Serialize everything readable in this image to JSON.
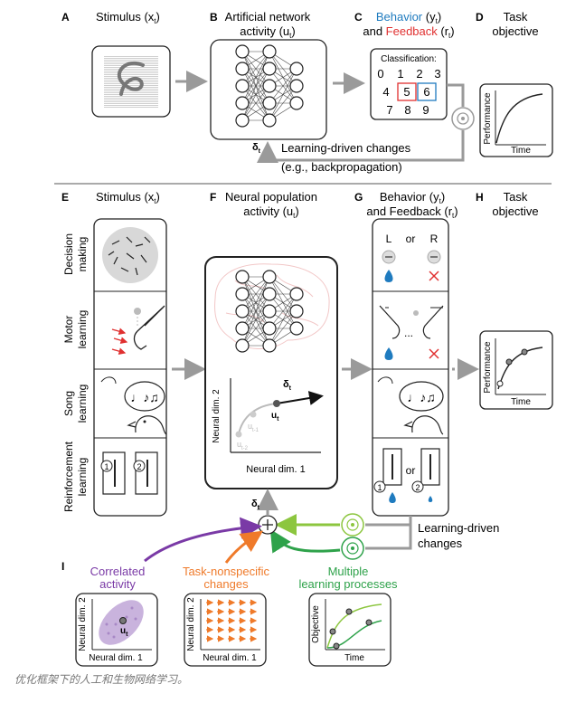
{
  "panel_a": {
    "letter": "A",
    "title": "Stimulus (x",
    "sub": "t",
    "close": ")"
  },
  "panel_b": {
    "letter": "B",
    "title1": "Artificial network",
    "title2": "activity (u",
    "sub": "t",
    "close": ")"
  },
  "panel_c": {
    "letter": "C",
    "behavior": "Behavior",
    "y": " (y",
    "sub": "t",
    "close": ")",
    "and": "and ",
    "feedback": "Feedback",
    "r": " (r",
    "classification": "Classification:",
    "digits": [
      "0",
      "1",
      "2",
      "3",
      "4",
      "5",
      "6",
      "7",
      "8",
      "9"
    ]
  },
  "panel_d": {
    "letter": "D",
    "title1": "Task",
    "title2": "objective",
    "ylabel": "Performance",
    "xlabel": "Time"
  },
  "loop_top": {
    "delta": "δ",
    "sub": "t",
    "line1": "Learning-driven changes",
    "line2": "(e.g., backpropagation)"
  },
  "panel_e": {
    "letter": "E",
    "title": "Stimulus (x",
    "sub": "t",
    "close": ")",
    "rows": [
      {
        "l1": "Decision",
        "l2": "making"
      },
      {
        "l1": "Motor",
        "l2": "learning"
      },
      {
        "l1": "Song",
        "l2": "learning"
      },
      {
        "l1": "Reinforcement",
        "l2": "learning"
      }
    ],
    "choice1": "1",
    "choice2": "2"
  },
  "panel_f": {
    "letter": "F",
    "title1": "Neural population",
    "title2": "activity (u",
    "sub": "t",
    "close": ")",
    "ylabel": "Neural dim. 2",
    "xlabel": "Neural dim. 1",
    "delta": "δ",
    "u": "u",
    "t": "t",
    "t1": "t-1",
    "t2": "t-2"
  },
  "panel_g": {
    "letter": "G",
    "title1": "Behavior (y",
    "sub": "t",
    "close": ")",
    "title2": "and Feedback (r",
    "L": "L",
    "or": "or",
    "R": "R",
    "dots": "...",
    "c1": "1",
    "c2": "2"
  },
  "panel_h": {
    "letter": "H",
    "title1": "Task",
    "title2": "objective",
    "ylabel": "Performance",
    "xlabel": "Time"
  },
  "loop_bottom": {
    "delta": "δ",
    "sub": "t",
    "line1": "Learning-driven",
    "line2": "changes"
  },
  "panel_i": {
    "letter": "I",
    "correlated1": "Correlated",
    "correlated2": "activity",
    "nonspecific1": "Task-nonspecific",
    "nonspecific2": "changes",
    "multiple1": "Multiple",
    "multiple2": "learning processes",
    "ylabel2": "Neural dim. 2",
    "xlabel1": "Neural dim. 1",
    "objective": "Objective",
    "time": "Time",
    "u": "u",
    "t": "t"
  },
  "colors": {
    "blue": "#1f7bbf",
    "red": "#e03030",
    "purple": "#7a3aa6",
    "orange": "#ef7a2a",
    "green": "#2ea24a",
    "lightgreen": "#8cc63f",
    "gray": "#9a9a9a"
  },
  "caption": "优化框架下的人工和生物网络学习。"
}
